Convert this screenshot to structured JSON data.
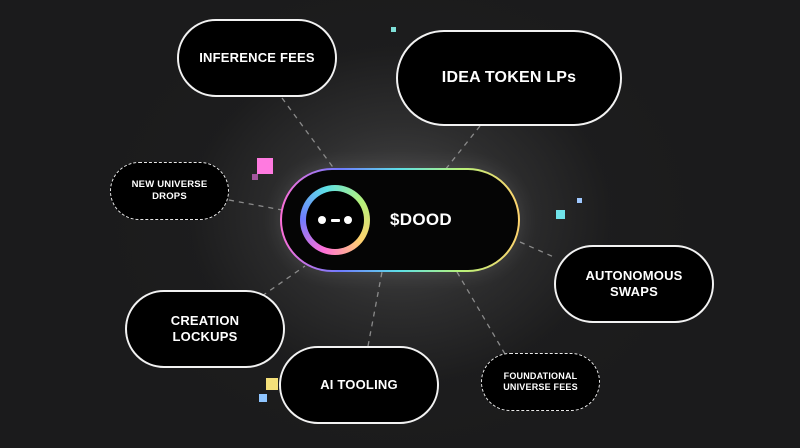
{
  "center": {
    "label": "$DOOD"
  },
  "nodes": {
    "inference_fees": "INFERENCE FEES",
    "idea_token_lps": "IDEA TOKEN LPs",
    "new_universe_drops": "NEW UNIVERSE\nDROPS",
    "autonomous_swaps": "AUTONOMOUS\nSWAPS",
    "creation_lockups": "CREATION\nLOCKUPS",
    "ai_tooling": "AI TOOLING",
    "foundational_universe_fees": "FOUNDATIONAL\nUNIVERSE FEES"
  },
  "colors": {
    "background": "#1b1b1c",
    "pill_fill": "#000000",
    "pill_border": "#f2f2f2",
    "connector": "#8a8a8a",
    "accent_pink": "#ff7ae0",
    "accent_cyan": "#6fe3ea",
    "accent_yellow": "#f4e07a"
  }
}
